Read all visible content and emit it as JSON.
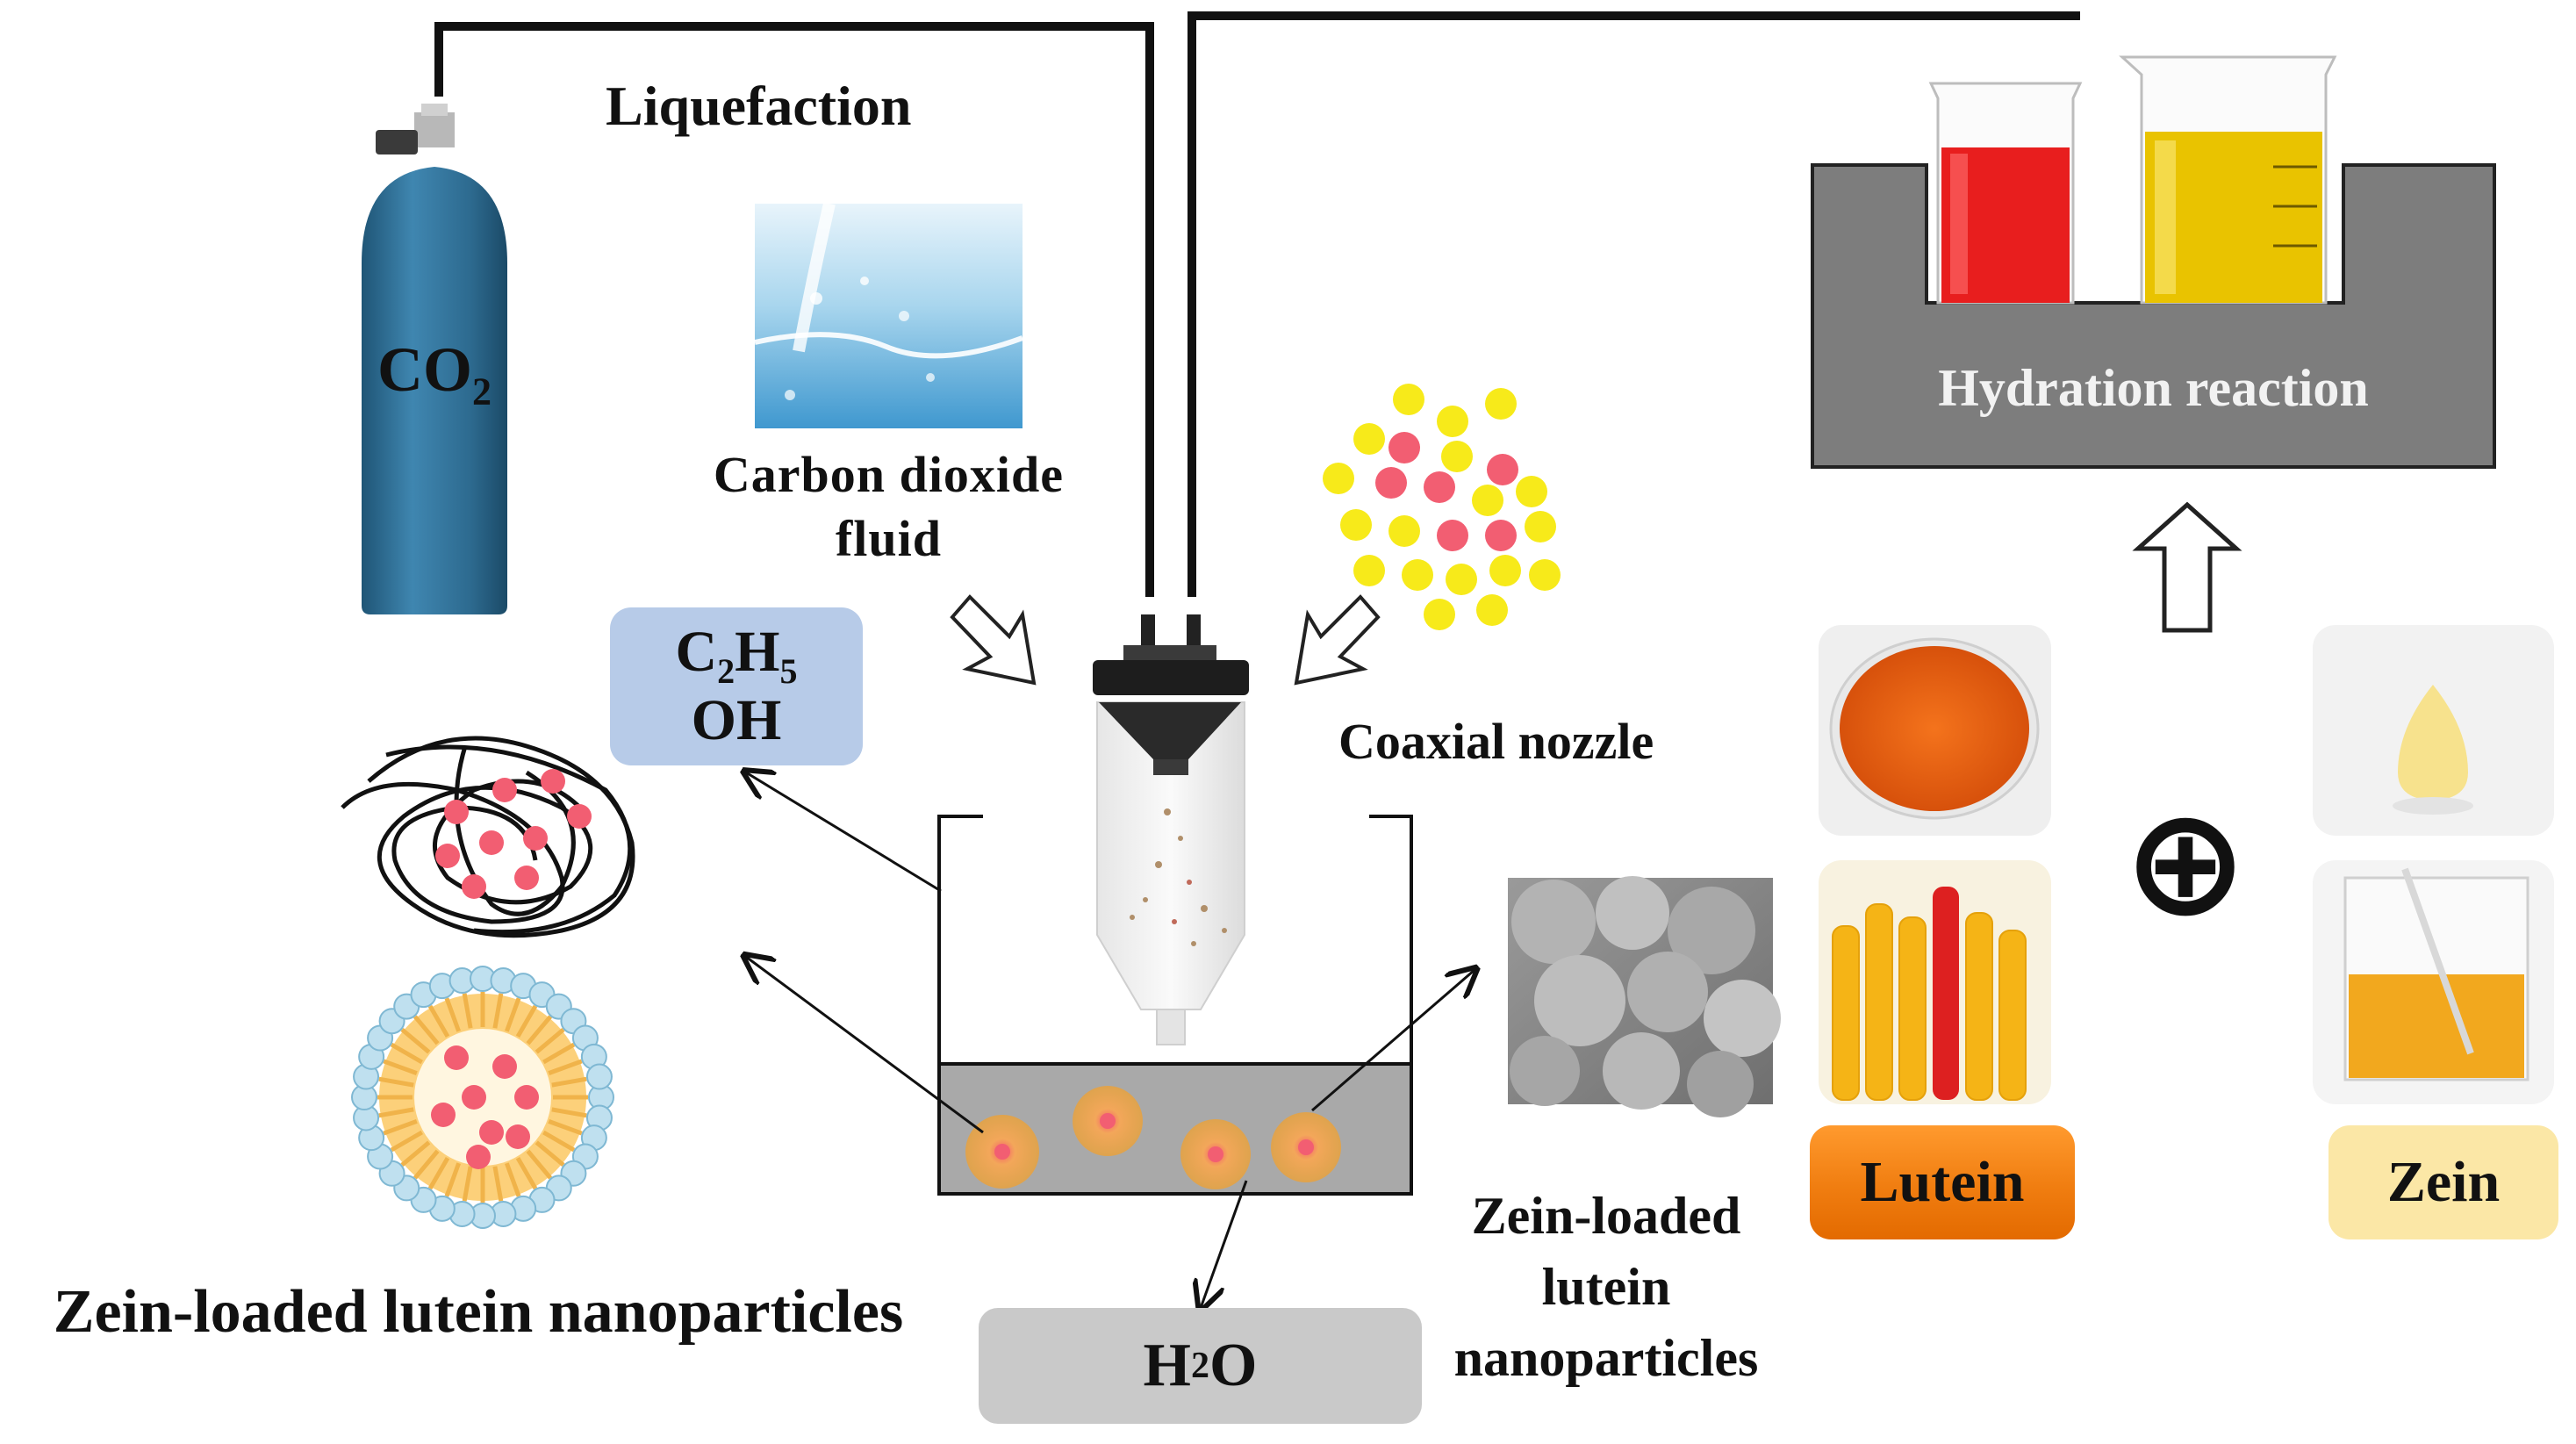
{
  "labels": {
    "liquefaction": "Liquefaction",
    "co2_main": "CO",
    "co2_sub": "2",
    "carbon_dioxide_line1": "Carbon dioxide",
    "carbon_dioxide_line2": "fluid",
    "ethanol_c": "C",
    "ethanol_sub2": "2",
    "ethanol_h": "H",
    "ethanol_sub5": "5",
    "ethanol_oh": "OH",
    "coaxial_nozzle": "Coaxial nozzle",
    "hydration_reaction": "Hydration reaction",
    "lutein": "Lutein",
    "zein": "Zein",
    "water_h": "H",
    "water_sub": "2",
    "water_o": "O",
    "zein_loaded_line1": "Zein-loaded",
    "zein_loaded_line2": "lutein",
    "zein_loaded_line3": "nanoparticles",
    "bottom_caption": "Zein-loaded lutein nanoparticles",
    "plus_symbol": "⊕"
  },
  "colors": {
    "cylinder": "#2f6f95",
    "ethanol_box": "#b7cbe8",
    "hydration_box": "#7d7d7d",
    "lutein_box": "#f07d10",
    "zein_box": "#fbe7a6",
    "water_box": "#c9c9c9",
    "particle_red": "#f25e72",
    "particle_yellow": "#f7ea1a"
  }
}
